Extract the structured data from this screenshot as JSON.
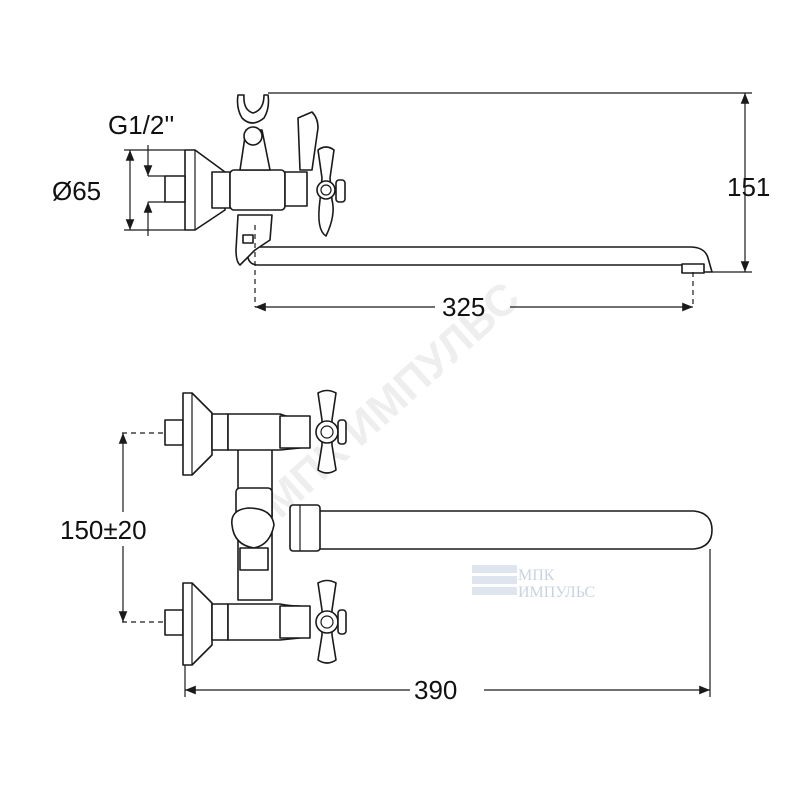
{
  "dimensions": {
    "thread": "G1/2''",
    "flange_diameter": "Ø65",
    "height": "151",
    "spout_reach": "325",
    "center_distance": "150±20",
    "overall_length": "390"
  },
  "watermark": {
    "diagonal_text": "МПК ИМПУЛЬС",
    "logo_line1": "МПК",
    "logo_line2": "ИМПУЛЬС"
  }
}
